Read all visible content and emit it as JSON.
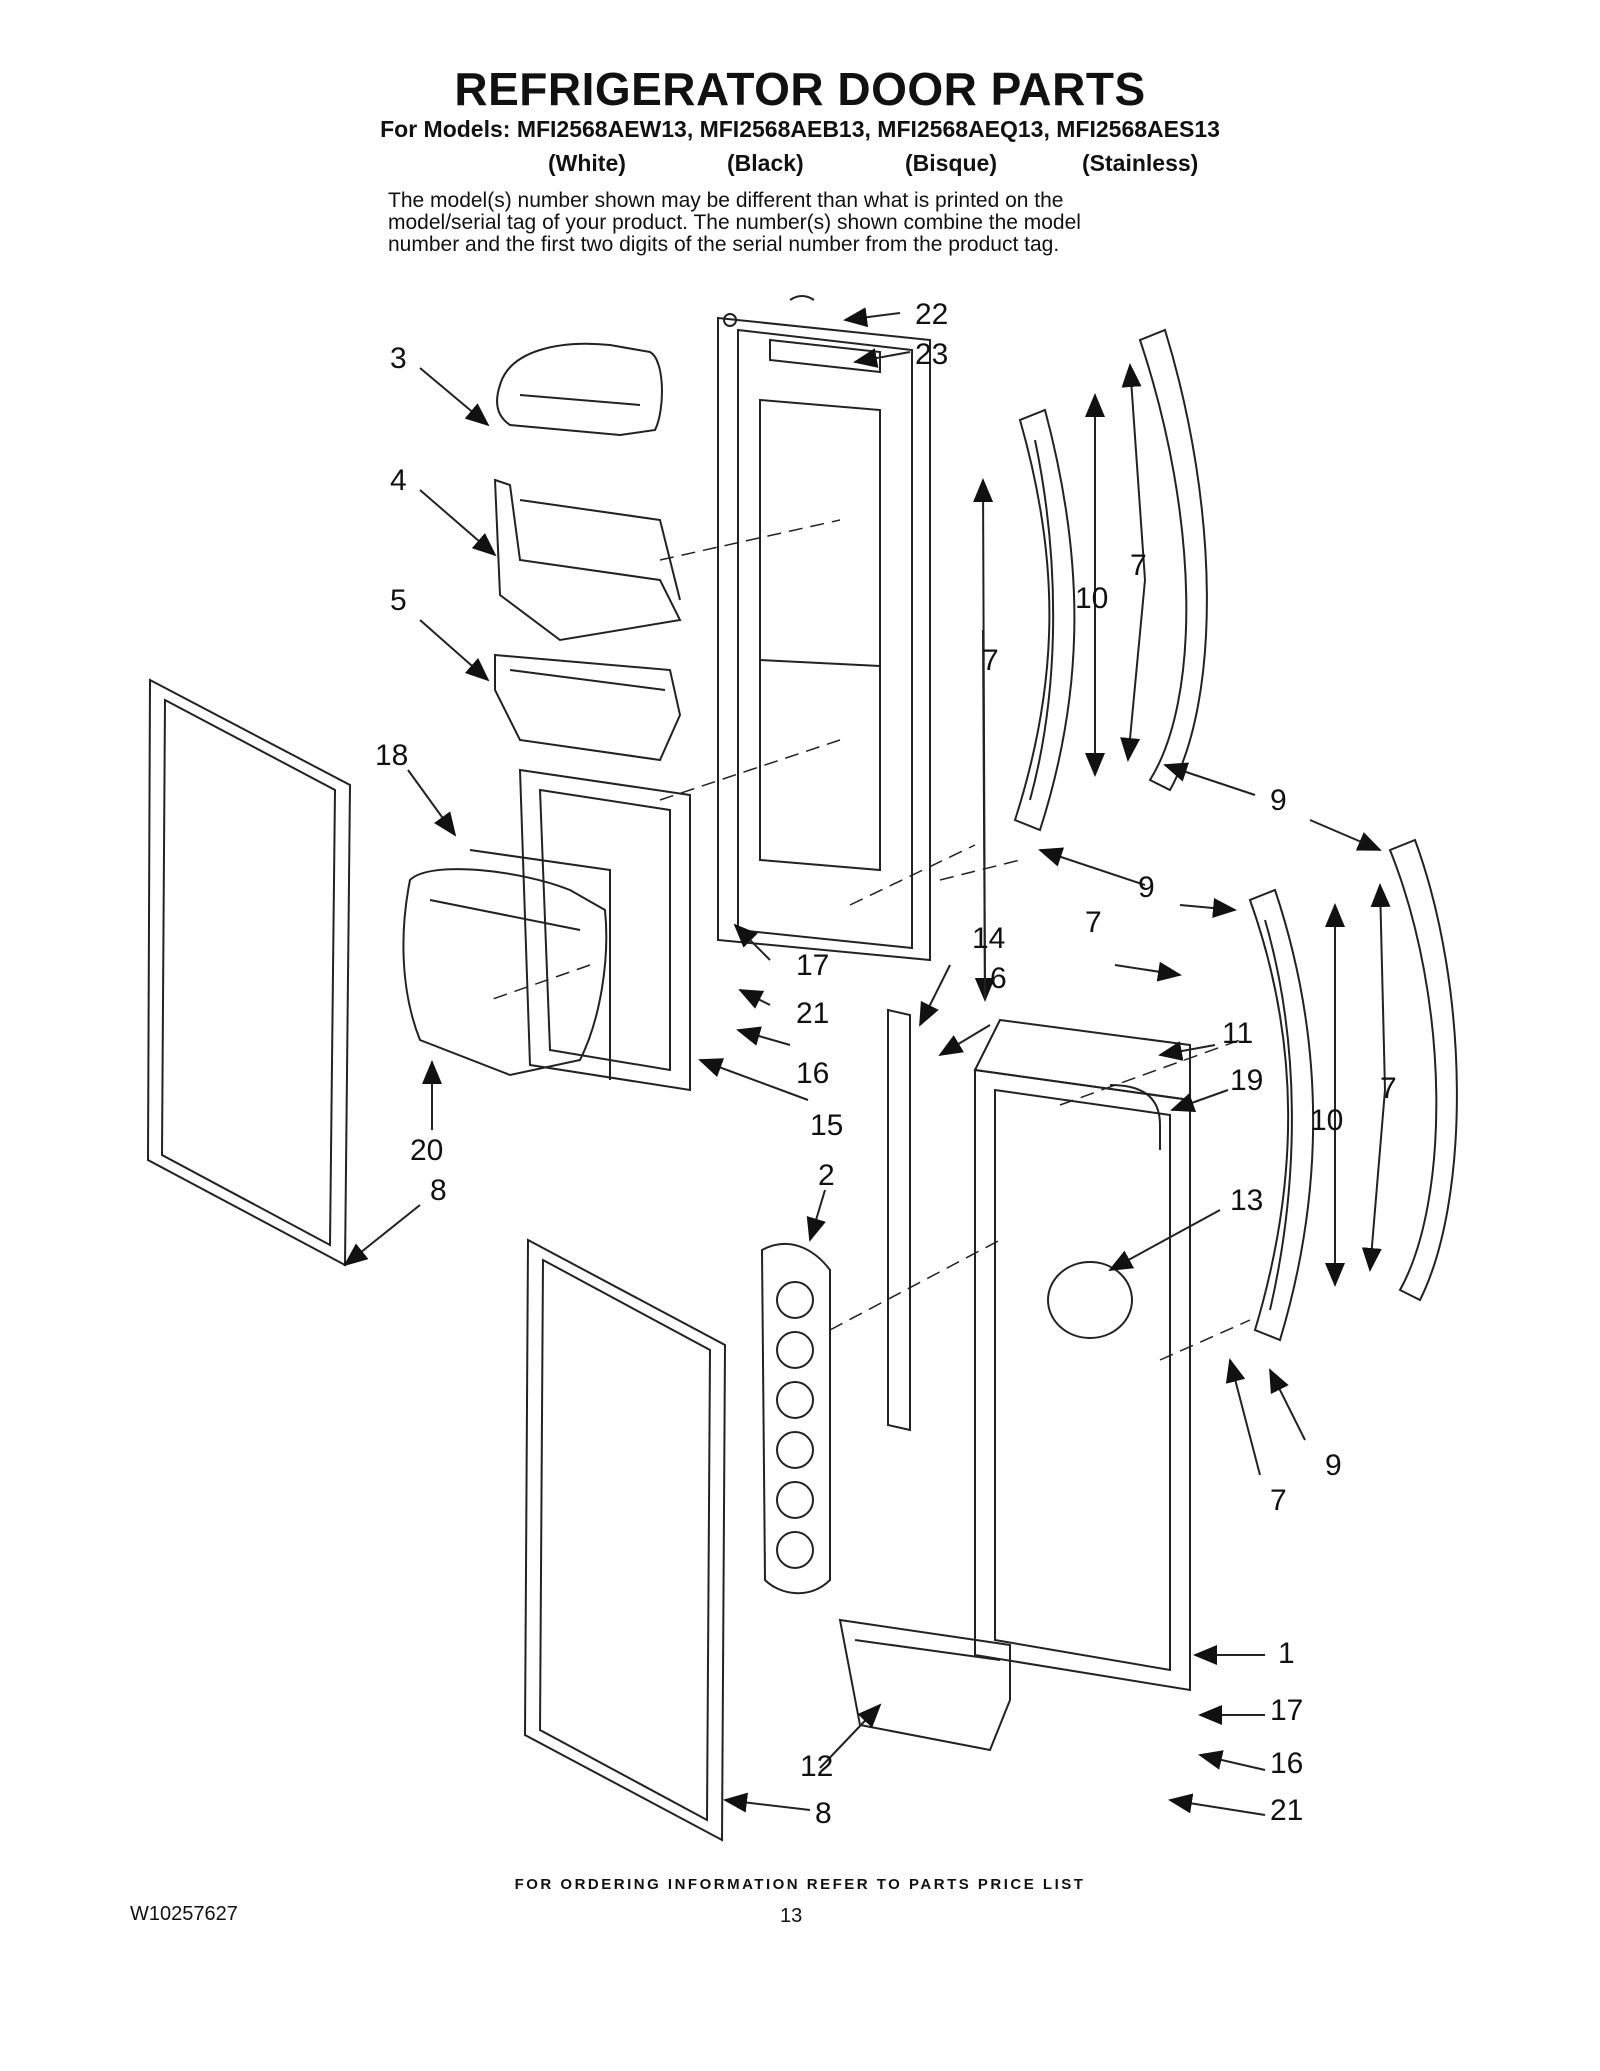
{
  "title": "REFRIGERATOR DOOR PARTS",
  "models_line": "For Models: MFI2568AEW13, MFI2568AEB13, MFI2568AEQ13, MFI2568AES13",
  "colors": [
    "(White)",
    "(Black)",
    "(Bisque)",
    "(Stainless)"
  ],
  "note_lines": [
    "The model(s) number shown may be different than what is printed on the",
    "model/serial tag of your product. The number(s) shown combine the model",
    "number and the first two digits of the serial number from the product tag."
  ],
  "callouts": [
    "22",
    "23",
    "3",
    "4",
    "5",
    "18",
    "20",
    "8",
    "7",
    "10",
    "7",
    "9",
    "9",
    "7",
    "14",
    "6",
    "17",
    "21",
    "16",
    "15",
    "2",
    "11",
    "19",
    "13",
    "10",
    "7",
    "9",
    "7",
    "1",
    "17",
    "16",
    "21",
    "12",
    "8"
  ],
  "footer": "FOR ORDERING INFORMATION REFER TO PARTS PRICE LIST",
  "doc_number": "W10257627",
  "page_number": "13",
  "colors_hex": {
    "ink": "#111111",
    "background": "#ffffff"
  }
}
